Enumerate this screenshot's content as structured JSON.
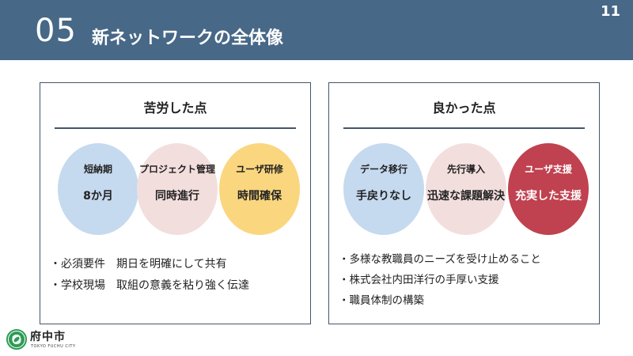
{
  "header": {
    "number": "05",
    "title": "新ネットワークの全体像",
    "page_number": "11"
  },
  "left_panel": {
    "title": "苦労した点",
    "circles": [
      {
        "label": "短納期",
        "value": "8か月",
        "color": "#c5d9ef"
      },
      {
        "label": "プロジェクト管理",
        "value": "同時進行",
        "color": "#f3dede"
      },
      {
        "label": "ユーザ研修",
        "value": "時間確保",
        "color": "#fad67e"
      }
    ],
    "bullets": [
      "・必須要件　期日を明確にして共有",
      "・学校現場　取組の意義を粘り強く伝達"
    ]
  },
  "right_panel": {
    "title": "良かった点",
    "circles": [
      {
        "label": "データ移行",
        "value": "手戻りなし",
        "color": "#c5d9ef"
      },
      {
        "label": "先行導入",
        "value": "迅速な課題解決",
        "color": "#f3dede"
      },
      {
        "label": "ユーザ支援",
        "value": "充実した支援",
        "color": "#c0414f"
      }
    ],
    "bullets": [
      "・多様な教職員のニーズを受け止めること",
      "・株式会社内田洋行の手厚い支援",
      "・職員体制の構築"
    ]
  },
  "logo": {
    "name": "府中市",
    "subtitle": "TOKYO FUCHU CITY",
    "color": "#2e9b55"
  },
  "colors": {
    "header_bg": "#476887",
    "panel_border": "#44556a"
  }
}
